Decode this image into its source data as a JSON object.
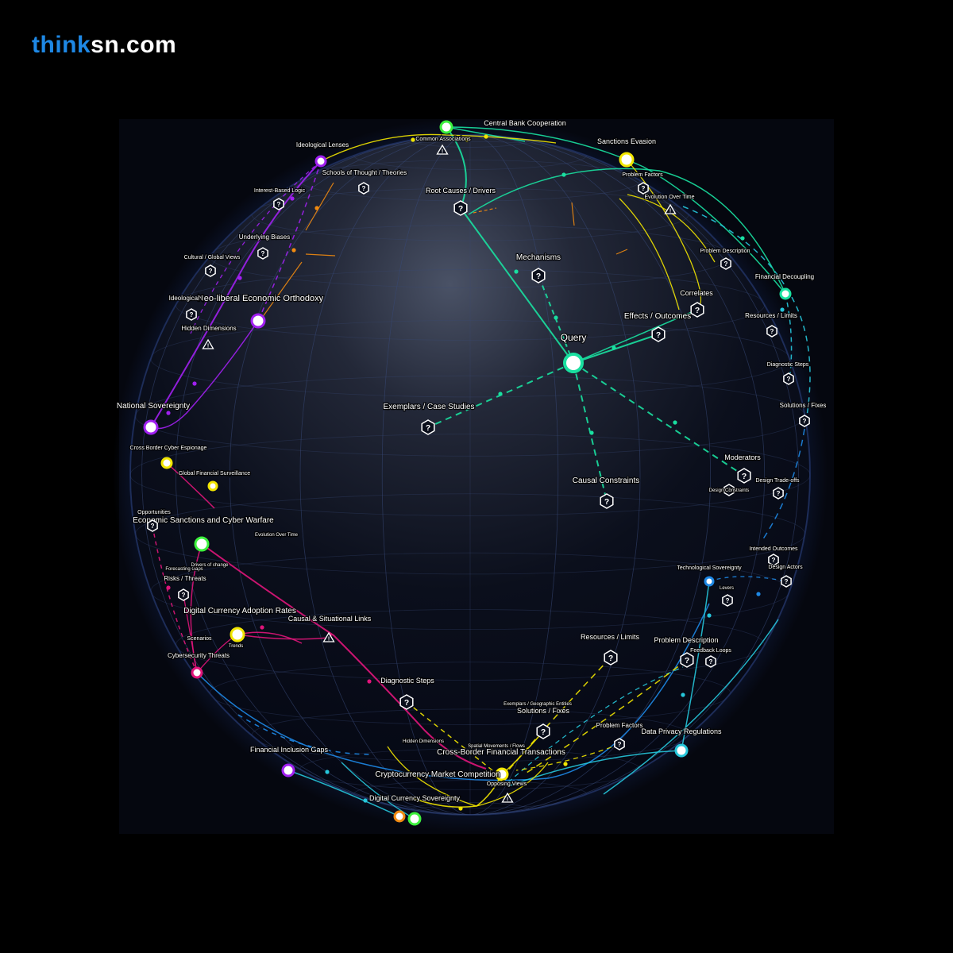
{
  "brand": {
    "part1": "think",
    "part2": "sn.com"
  },
  "colors": {
    "green": "#19e0a0",
    "teal": "#26c6da",
    "blue": "#1e88e5",
    "purple": "#a020f0",
    "magenta": "#e0157a",
    "yellow": "#f2e600",
    "orange": "#f08a10",
    "node_lime": "#3cf03c",
    "background": "#000000"
  },
  "nodes": [
    {
      "id": "query",
      "label": "Query",
      "color": "#19e0a0",
      "kind": "hub"
    },
    {
      "id": "central-bank",
      "label": "Central Bank Cooperation",
      "color": "#19e0a0",
      "kind": "circle"
    },
    {
      "id": "sanctions-evasion",
      "label": "Sanctions Evasion",
      "color": "#f2e600",
      "kind": "circle"
    },
    {
      "id": "financial-decoupling",
      "label": "Financial Decoupling",
      "color": "#19e0a0",
      "kind": "circle"
    },
    {
      "id": "neoliberal",
      "label": "Neo-liberal Economic Orthodoxy",
      "color": "#a020f0",
      "kind": "circle"
    },
    {
      "id": "national-sovereignty",
      "label": "National Sovereignty",
      "color": "#a020f0",
      "kind": "circle"
    },
    {
      "id": "ideological-lenses",
      "label": "Ideological Lenses",
      "color": "#a020f0",
      "kind": "circle"
    },
    {
      "id": "econ-sanctions",
      "label": "Economic Sanctions and Cyber Warfare",
      "color": "#3cf03c",
      "kind": "circle"
    },
    {
      "id": "digital-currency-adoption",
      "label": "Digital Currency Adoption Rates",
      "color": "#f2e600",
      "kind": "circle"
    },
    {
      "id": "cross-border-financial",
      "label": "Cross-Border Financial Transactions",
      "color": "#f2e600",
      "kind": "circle"
    },
    {
      "id": "data-privacy",
      "label": "Data Privacy Regulations",
      "color": "#26c6da",
      "kind": "circle"
    },
    {
      "id": "financial-inclusion",
      "label": "Financial Inclusion Gaps",
      "color": "#e0157a",
      "kind": "circle"
    },
    {
      "id": "crypto-competition",
      "label": "Cryptocurrency Market Competition",
      "color": "#f2e600",
      "kind": "circle"
    },
    {
      "id": "digital-currency-sovereignty",
      "label": "Digital Currency Sovereignty",
      "color": "#e0157a",
      "kind": "circle"
    },
    {
      "id": "tech-sovereignty",
      "label": "Technological Sovereignty",
      "color": "#1e88e5",
      "kind": "circle"
    },
    {
      "id": "cross-border-espionage",
      "label": "Cross Border Cyber Espionage",
      "color": "#f2e600",
      "kind": "circle"
    },
    {
      "id": "global-surveillance",
      "label": "Global Financial Surveillance",
      "color": "#f2e600",
      "kind": "circle"
    },
    {
      "id": "cybersecurity-threats",
      "label": "Cybersecurity Threats",
      "color": "#e0157a",
      "kind": "circle"
    }
  ],
  "question_nodes": [
    {
      "id": "mechanisms",
      "label": "Mechanisms"
    },
    {
      "id": "effects-outcomes",
      "label": "Effects / Outcomes"
    },
    {
      "id": "exemplars",
      "label": "Exemplars / Case Studies"
    },
    {
      "id": "causal-constraints",
      "label": "Causal Constraints"
    },
    {
      "id": "moderators",
      "label": "Moderators"
    },
    {
      "id": "root-causes",
      "label": "Root Causes / Drivers"
    },
    {
      "id": "correlates",
      "label": "Correlates"
    },
    {
      "id": "schools-of-thought",
      "label": "Schools of Thought / Theories"
    },
    {
      "id": "interest-based-logic",
      "label": "Interest-Based Logic"
    },
    {
      "id": "underlying-biases",
      "label": "Underlying Biases"
    },
    {
      "id": "cultural-global-views",
      "label": "Cultural / Global Views"
    },
    {
      "id": "ideological-i",
      "label": "Ideological I"
    },
    {
      "id": "problem-factors-top",
      "label": "Problem Factors"
    },
    {
      "id": "problem-description-top",
      "label": "Problem Description"
    },
    {
      "id": "resources-limits-right",
      "label": "Resources / Limits"
    },
    {
      "id": "diagnostic-steps-right",
      "label": "Diagnostic Steps"
    },
    {
      "id": "solutions-fixes-right",
      "label": "Solutions / Fixes"
    },
    {
      "id": "design-tradeoffs",
      "label": "Design Trade-offs"
    },
    {
      "id": "design-constraints",
      "label": "Design Constraints"
    },
    {
      "id": "intended-outcomes",
      "label": "Intended Outcomes"
    },
    {
      "id": "design-actors",
      "label": "Design Actors"
    },
    {
      "id": "levers",
      "label": "Levers"
    },
    {
      "id": "feedback-loops",
      "label": "Feedback Loops"
    },
    {
      "id": "resources-limits-bottom",
      "label": "Resources / Limits"
    },
    {
      "id": "problem-description-bottom",
      "label": "Problem Description"
    },
    {
      "id": "diagnostic-steps-bottom",
      "label": "Diagnostic Steps"
    },
    {
      "id": "solutions-fixes-bottom",
      "label": "Solutions / Fixes"
    },
    {
      "id": "problem-factors-bottom",
      "label": "Problem Factors"
    },
    {
      "id": "risks-threats",
      "label": "Risks / Threats"
    },
    {
      "id": "opportunities",
      "label": "Opportunities"
    }
  ],
  "warning_nodes": [
    {
      "id": "common-associations",
      "label": "Common Associations"
    },
    {
      "id": "evolution-over-time-top",
      "label": "Evolution Over Time"
    },
    {
      "id": "hidden-dimensions-left",
      "label": "Hidden Dimensions"
    },
    {
      "id": "causal-situational-links",
      "label": "Causal & Situational Links"
    },
    {
      "id": "opposing-views",
      "label": "Opposing Views"
    }
  ],
  "small_labels": [
    "Evolution Over Time",
    "Forecasting Gaps",
    "Drivers of change",
    "Scenarios",
    "Trends",
    "Exemplars / Geographic Entities",
    "Hidden Dimensions",
    "Spatial Movements / Flows"
  ]
}
